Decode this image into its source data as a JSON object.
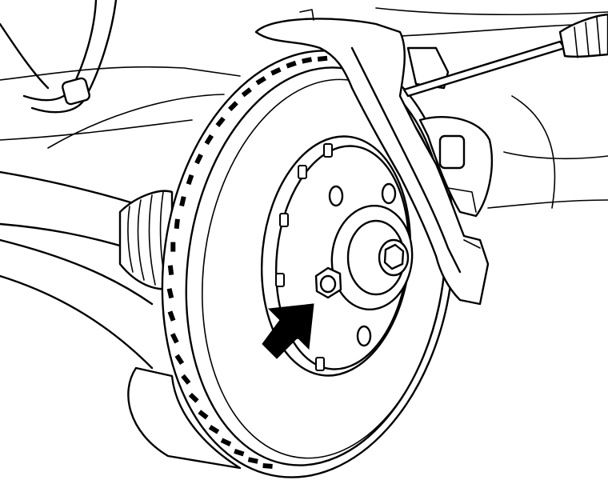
{
  "figure": {
    "type": "technical-line-drawing",
    "subject": "brake-disc-wheel-hub-assembly",
    "colors": {
      "ink": "#000000",
      "paper": "#ffffff"
    },
    "callouts": [
      {
        "marker": "arrow",
        "target": "disc-retaining-bolt"
      }
    ],
    "tools_shown": [
      "screwdriver"
    ]
  }
}
